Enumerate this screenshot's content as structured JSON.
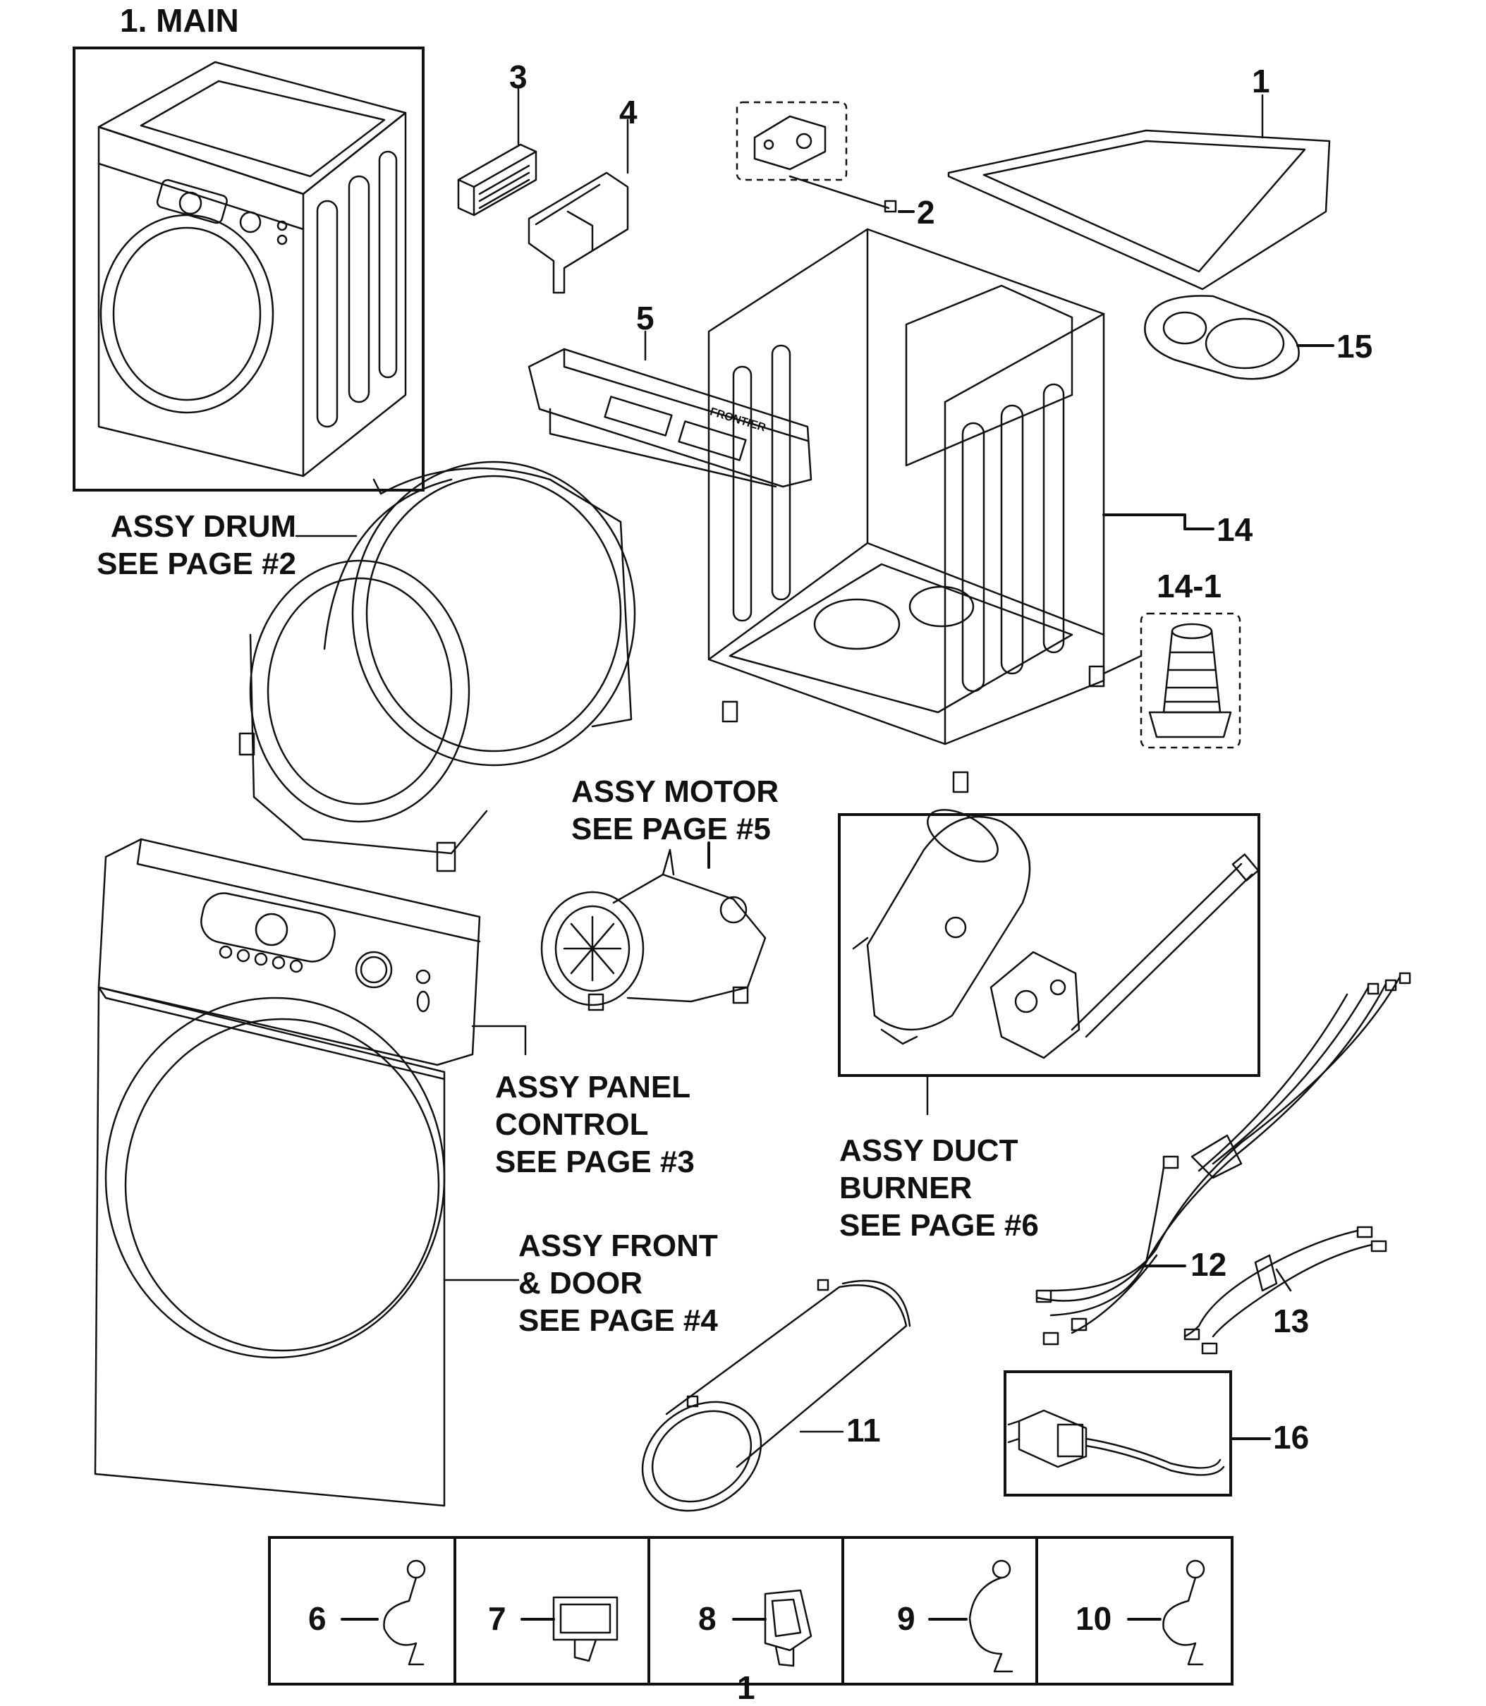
{
  "title": "1. MAIN",
  "callouts": {
    "p1": "1",
    "p2": "2",
    "p3": "3",
    "p4": "4",
    "p5": "5",
    "p6": "6",
    "p7": "7",
    "p8": "8",
    "p9": "9",
    "p10": "10",
    "p11": "11",
    "p12": "12",
    "p13": "13",
    "p14": "14",
    "p14_1": "14-1",
    "p15": "15",
    "p16": "16",
    "bottom": "1"
  },
  "assemblies": {
    "drum": [
      "ASSY DRUM",
      "SEE PAGE #2"
    ],
    "motor": [
      "ASSY MOTOR",
      "SEE PAGE #5"
    ],
    "panel": [
      "ASSY PANEL",
      "CONTROL",
      "SEE PAGE #3"
    ],
    "duct": [
      "ASSY DUCT",
      "BURNER",
      "SEE PAGE #6"
    ],
    "front": [
      "ASSY FRONT",
      "& DOOR",
      "SEE PAGE #4"
    ]
  },
  "part_text": {
    "frontier": "FRONTIER"
  },
  "colors": {
    "line": "#111111",
    "background": "#ffffff"
  }
}
